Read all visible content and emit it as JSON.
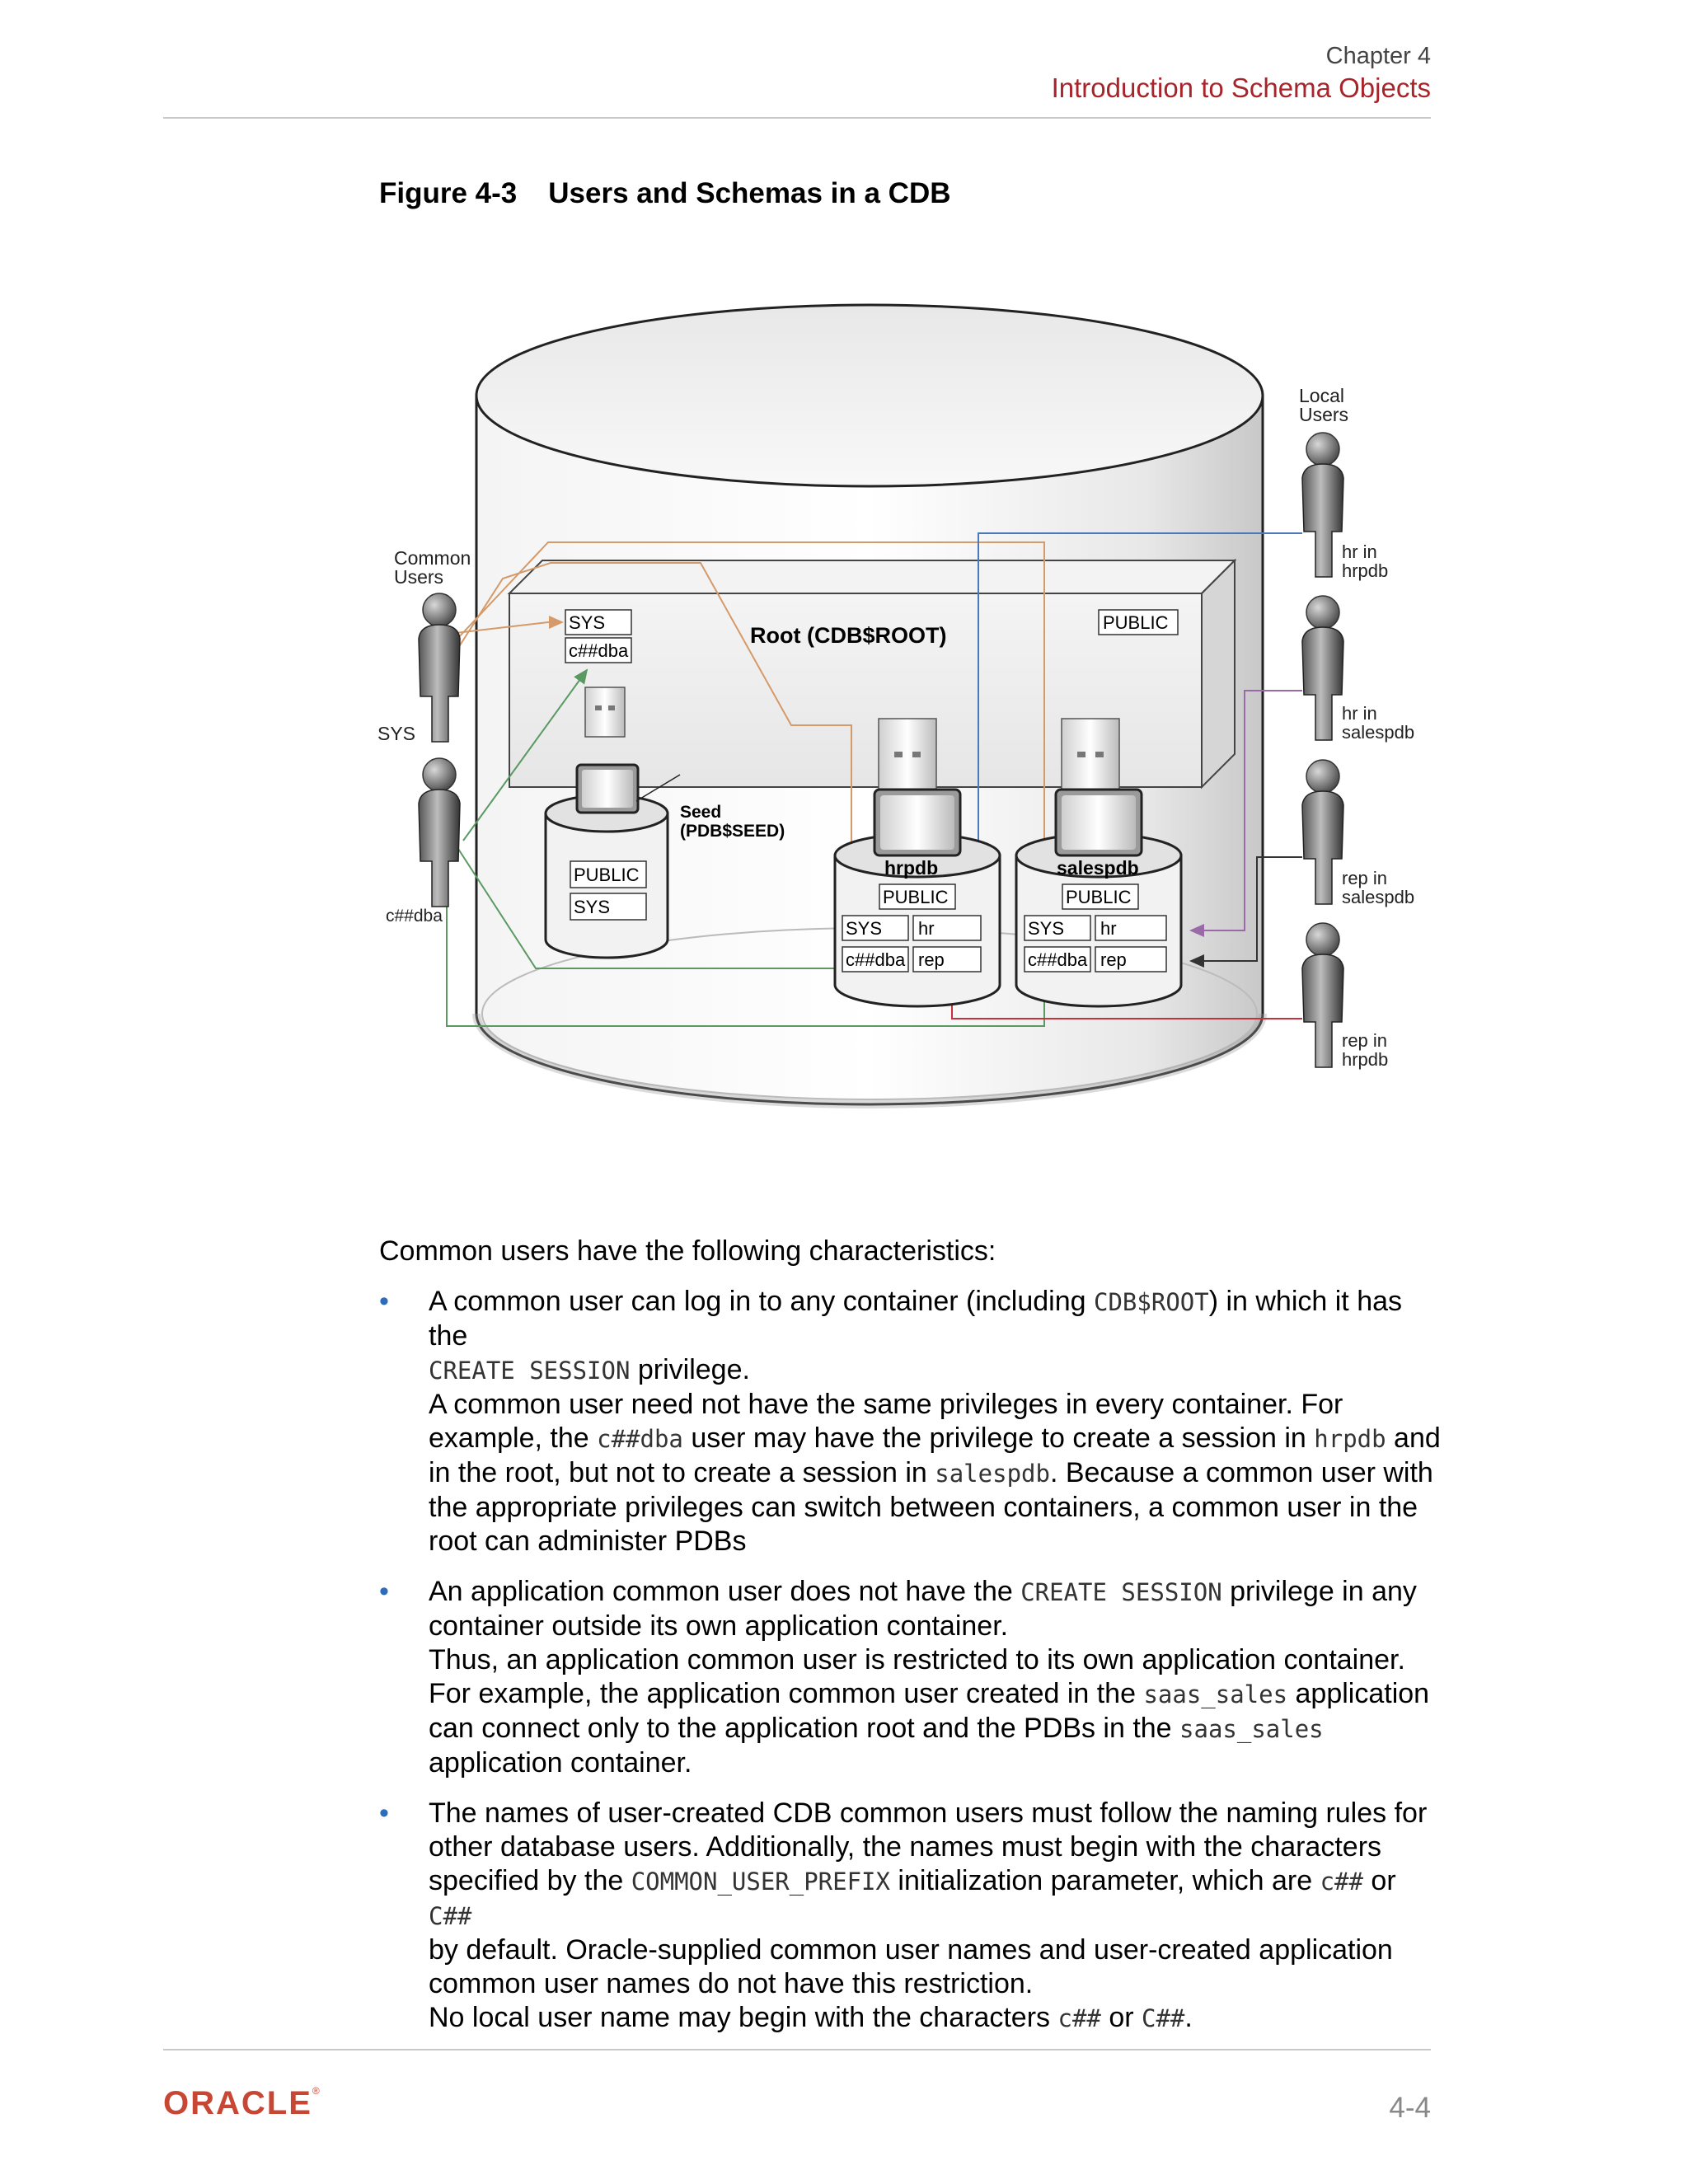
{
  "header": {
    "chapter": "Chapter 4",
    "title": "Introduction to Schema Objects"
  },
  "figure": {
    "number": "Figure 4-3",
    "title": "Users and Schemas in a CDB",
    "labels": {
      "local_users": [
        "Local",
        "Users"
      ],
      "common_users": [
        "Common",
        "Users"
      ],
      "sys": "SYS",
      "cdba": "c##dba",
      "root": "Root (CDB$ROOT)",
      "public": "PUBLIC",
      "seed": [
        "Seed",
        "(PDB$SEED)"
      ],
      "hrpdb": "hrpdb",
      "salespdb": "salespdb",
      "hr": "hr",
      "rep": "rep",
      "hr_in_hrpdb": [
        "hr in",
        "hrpdb"
      ],
      "hr_in_salespdb": [
        "hr in",
        "salespdb"
      ],
      "rep_in_salespdb": [
        "rep in",
        "salespdb"
      ],
      "rep_in_hrpdb": [
        "rep in",
        "hrpdb"
      ]
    }
  },
  "body": {
    "intro": "Common users have the following characteristics:",
    "b1": {
      "l1a": "A common user can log in to any container (including ",
      "l1code": "CDB$ROOT",
      "l1b": ") in which it has the",
      "l2code": "CREATE SESSION",
      "l2b": " privilege.",
      "l3": "A common user need not have the same privileges in every container. For",
      "l4a": "example, the ",
      "l4code1": "c##dba",
      "l4b": " user may have the privilege to create a session in ",
      "l4code2": "hrpdb",
      "l4c": " and",
      "l5a": "in the root, but not to create a session in ",
      "l5code": "salespdb",
      "l5b": ". Because a common user with",
      "l6": "the appropriate privileges can switch between containers, a common user in the",
      "l7": "root can administer PDBs"
    },
    "b2": {
      "l1a": "An application common user does not have the ",
      "l1code": "CREATE SESSION",
      "l1b": " privilege in any",
      "l2": "container outside its own application container.",
      "l3": "Thus, an application common user is restricted to its own application container.",
      "l4a": "For example, the application common user created in the ",
      "l4code": "saas_sales",
      "l4b": " application",
      "l5a": "can connect only to the application root and the PDBs in the ",
      "l5code": "saas_sales",
      "l6": "application container."
    },
    "b3": {
      "l1": "The names of user-created CDB common users must follow the naming rules for",
      "l2": "other database users. Additionally, the names must begin with the characters",
      "l3a": "specified by the ",
      "l3code": "COMMON_USER_PREFIX",
      "l3b": " initialization parameter, which are ",
      "l3code2": "c##",
      "l3c": " or ",
      "l3code3": "C##",
      "l4": "by default. Oracle-supplied common user names and user-created application",
      "l5": "common user names do not have this restriction.",
      "l6a": "No local user name may begin with the characters ",
      "l6code": "c##",
      "l6b": " or ",
      "l6code2": "C##",
      "l6c": "."
    },
    "bullet_char": "•"
  },
  "footer": {
    "logo": "ORACLE",
    "page": "4-4"
  },
  "colors": {
    "accent_red": "#a8242b",
    "bullet_blue": "#2a6ebb",
    "arrow_orange": "#d49a6a",
    "arrow_green": "#5a9a62",
    "arrow_blue": "#4a78b8",
    "arrow_purple": "#9a6aa8",
    "arrow_red": "#c8303a"
  }
}
